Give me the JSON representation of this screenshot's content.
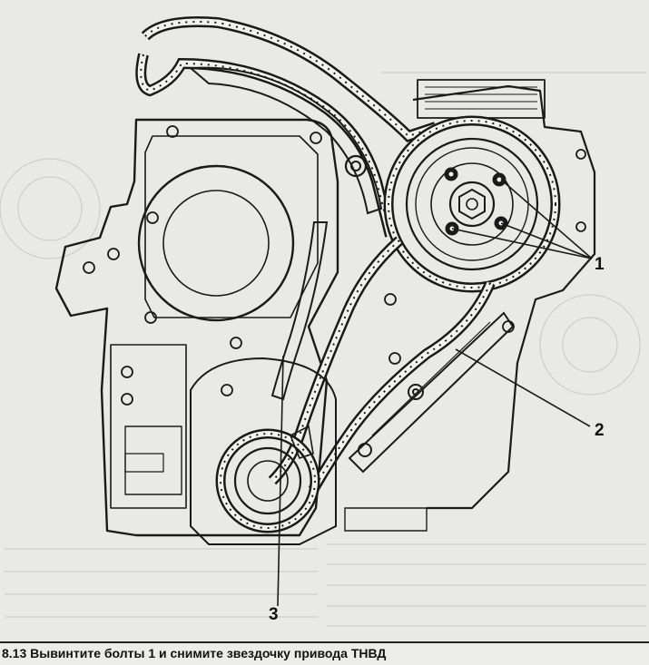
{
  "figure": {
    "callouts": {
      "bolts": "1",
      "chain_guide": "2",
      "chain_tensioner_rail": "3"
    }
  },
  "caption": {
    "text": "8.13 Вывинтите болты 1 и снимите звездочку привода ТНВД"
  },
  "colors": {
    "paper": "#e9e9e7",
    "ink": "#1a1a1a",
    "background_print": "#b9b9b6"
  }
}
